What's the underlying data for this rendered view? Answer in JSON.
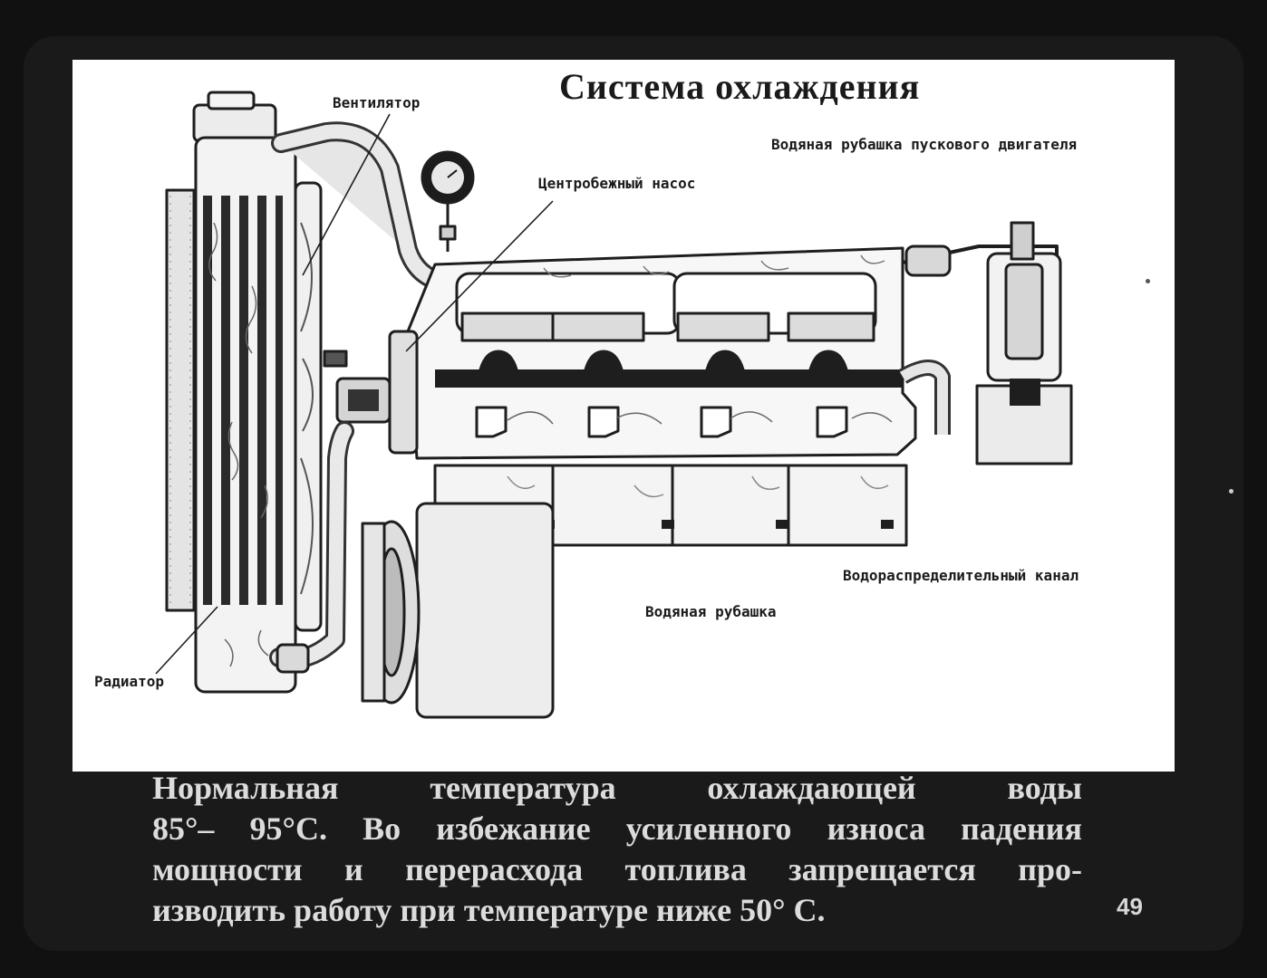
{
  "slide": {
    "title": "Система охлаждения",
    "page_number": "49"
  },
  "labels": {
    "fan": "Вентилятор",
    "pump": "Центробежный насос",
    "start_engine_jacket": "Водяная рубашка пускового двигателя",
    "distribution_channel": "Водораспределительный канал",
    "water_jacket": "Водяная рубашка",
    "radiator": "Радиатор"
  },
  "caption": {
    "line1": "Нормальная температура охлаждающей воды",
    "line2": "85°– 95°С. Во избежание усиленного износа падения",
    "line3": "мощности и перерасхода топлива запрещается про-",
    "line4": "изводить работу при температуре ниже 50° С."
  }
}
